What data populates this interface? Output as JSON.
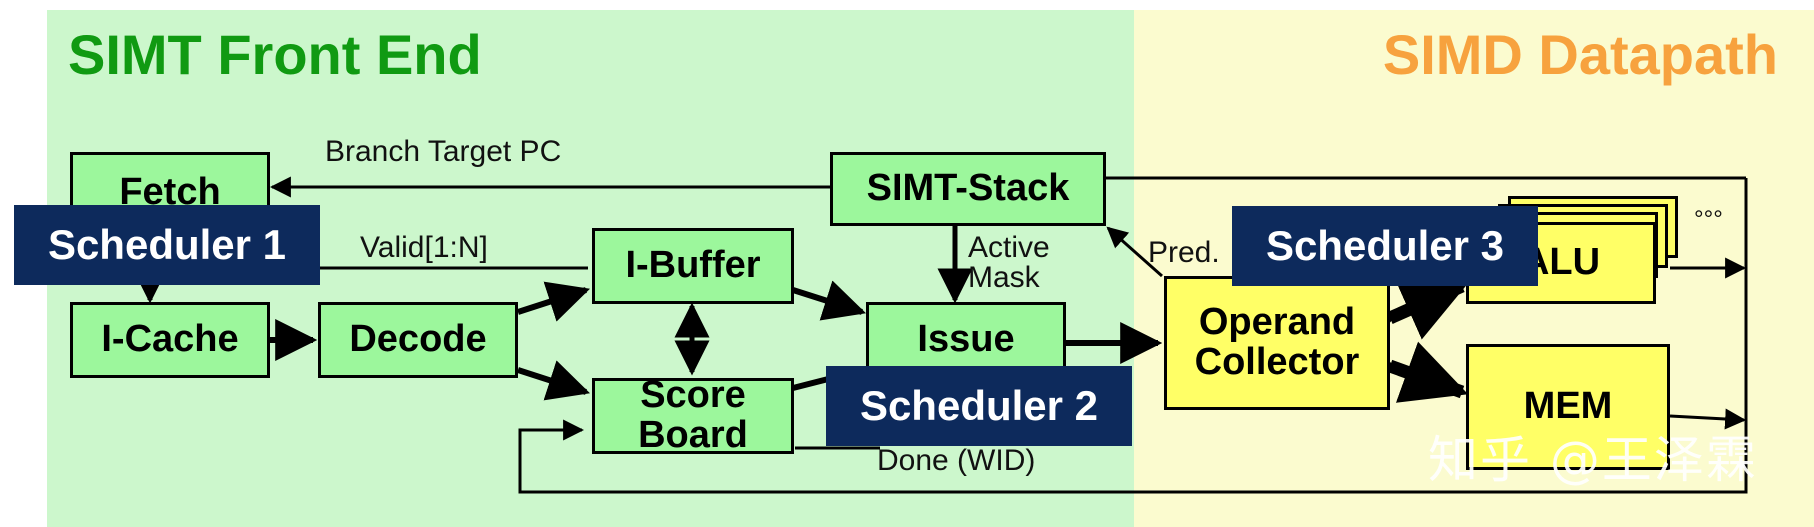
{
  "regions": {
    "front_end": {
      "title": "SIMT Front End",
      "color": "#109a12"
    },
    "datapath": {
      "title": "SIMD Datapath",
      "color": "#f7a23e"
    }
  },
  "blocks": {
    "fetch": "Fetch",
    "icache": "I-Cache",
    "decode": "Decode",
    "ibuffer": "I-Buffer",
    "scoreboard": "Score Board",
    "issue": "Issue",
    "simt_stack": "SIMT-Stack",
    "operand_collector": "Operand Collector",
    "alu": "ALU",
    "mem": "MEM"
  },
  "labels": {
    "branch_target": "Branch Target PC",
    "valid": "Valid[1:N]",
    "active_mask": "Active\nMask",
    "pred": "Pred.",
    "done": "Done (WID)",
    "ellipsis": "°°°"
  },
  "schedulers": {
    "s1": "Scheduler 1",
    "s2": "Scheduler 2",
    "s3": "Scheduler 3"
  },
  "watermark": "知乎 @王泽霖",
  "colors": {
    "front_bg": "#ccf7cc",
    "datapath_bg": "#fbfbcf",
    "block_green": "#9cf79c",
    "block_yellow": "#ffff66",
    "scheduler_bg": "#0d2a5c"
  }
}
